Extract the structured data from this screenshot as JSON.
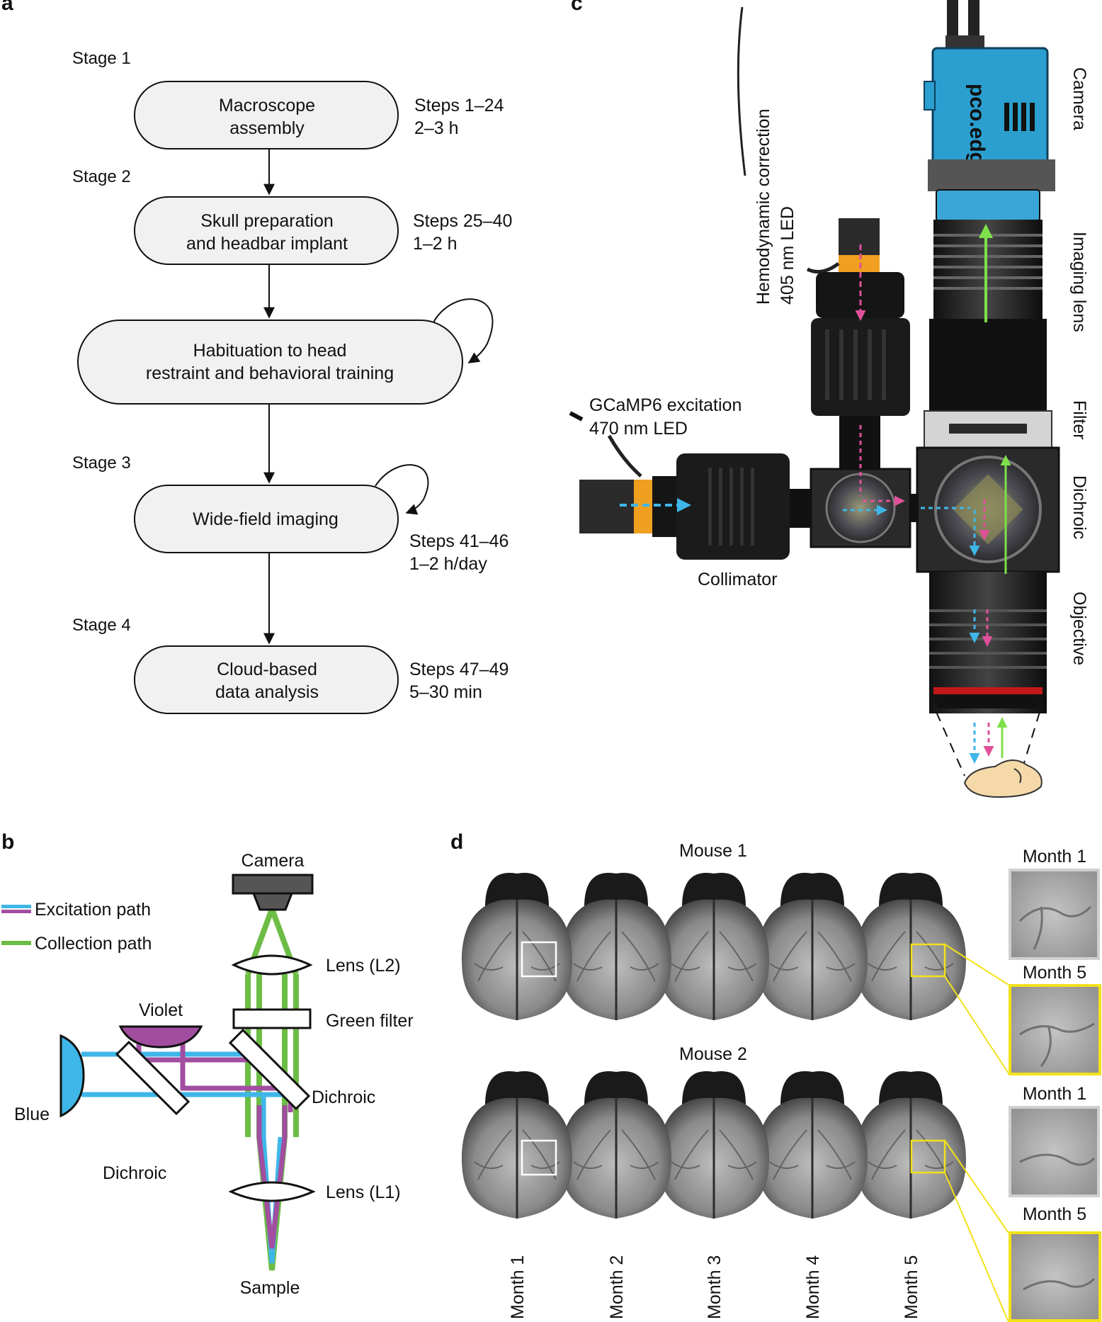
{
  "panel_a": {
    "letter": "a",
    "stages": [
      {
        "stage": "Stage 1",
        "line1": "Macroscope",
        "line2": "assembly",
        "steps": "Steps 1–24",
        "time": "2–3 h"
      },
      {
        "stage": "Stage 2",
        "line1": "Skull preparation",
        "line2": "and headbar implant",
        "steps": "Steps 25–40",
        "time": "1–2 h"
      },
      {
        "stage": "",
        "line1": "Habituation to head",
        "line2": "restraint and behavioral training",
        "steps": "",
        "time": ""
      },
      {
        "stage": "Stage 3",
        "line1": "Wide-field imaging",
        "line2": "",
        "steps": "Steps 41–46",
        "time": "1–2 h/day"
      },
      {
        "stage": "Stage 4",
        "line1": "Cloud-based",
        "line2": "data analysis",
        "steps": "Steps 47–49",
        "time": "5–30 min"
      }
    ]
  },
  "panel_b": {
    "letter": "b",
    "legend": [
      {
        "label": "Excitation path",
        "colors": [
          "#3fb6e8",
          "#a24ea0"
        ]
      },
      {
        "label": "Collection path",
        "colors": [
          "#6cbd45"
        ]
      }
    ],
    "labels": {
      "camera": "Camera",
      "lens_l2": "Lens (L2)",
      "green_filter": "Green filter",
      "violet": "Violet",
      "blue": "Blue",
      "dichroic_right": "Dichroic",
      "dichroic_left": "Dichroic",
      "lens_l1": "Lens (L1)",
      "sample": "Sample"
    },
    "colors": {
      "blue": "#3fb6e8",
      "violet": "#a24ea0",
      "green": "#6cbd45",
      "camera": "#555555"
    }
  },
  "panel_c": {
    "letter": "c",
    "labels": {
      "camera": "Camera",
      "imaging_lens": "Imaging lens",
      "filter": "Filter",
      "dichroic": "Dichroic",
      "objective": "Objective",
      "hemo_line1": "Hemodynamic correction",
      "hemo_line2": "405 nm LED",
      "gcamp_line1": "GCaMP6 excitation",
      "gcamp_line2": "470 nm LED",
      "collimator": "Collimator",
      "camera_brand": "pco.edge"
    },
    "colors": {
      "camera_body": "#2a9fd0",
      "led_band": "#f0a020",
      "arrow_blue": "#3fb6e8",
      "arrow_pink": "#e0509a",
      "arrow_green": "#7ee04a"
    }
  },
  "panel_d": {
    "letter": "d",
    "rows": [
      {
        "title": "Mouse 1",
        "inset_top": "Month 1",
        "inset_bottom": "Month 5"
      },
      {
        "title": "Mouse 2",
        "inset_top": "Month 1",
        "inset_bottom": "Month 5"
      }
    ],
    "months": [
      "Month 1",
      "Month 2",
      "Month 3",
      "Month 4",
      "Month 5"
    ],
    "colors": {
      "month1_box": "#ffffff",
      "month5_box": "#f2e21a"
    }
  }
}
